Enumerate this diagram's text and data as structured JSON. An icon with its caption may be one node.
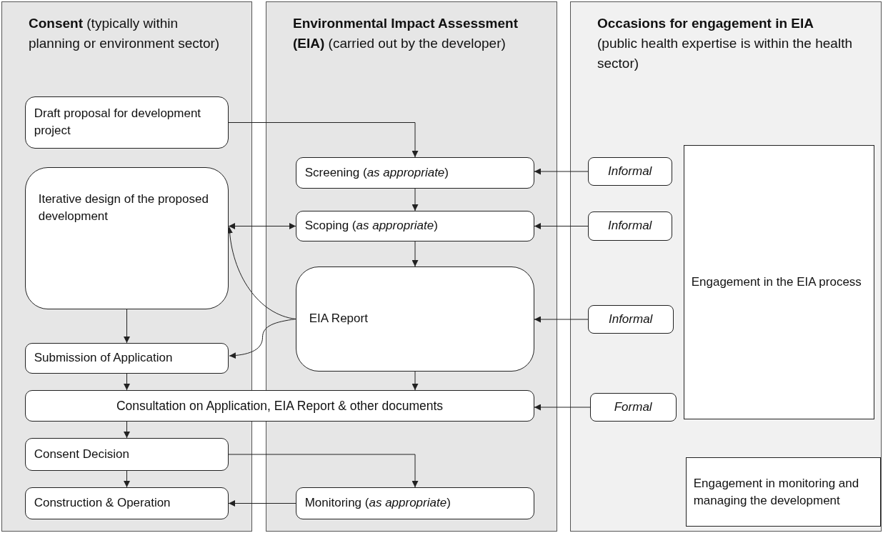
{
  "diagram": {
    "nodes": [
      {
        "text": [
          "**Consent** (typically within planning or environment sector)"
        ]
      },
      {
        "text": [
          "**Environmental Impact Assessment (EIA)** (carried out by the developer)"
        ]
      },
      {
        "text": [
          "**Occasions for engagement in EIA** (public health expertise is within the health sector)"
        ]
      },
      {
        "text": [
          "Draft proposal for development project"
        ],
        "in": 0
      },
      {
        "text": [
          "Iterative design of the proposed development"
        ],
        "in": 0
      },
      {
        "text": [
          "Submission of Application"
        ],
        "in": 0
      },
      {
        "text": [
          "Consultation on Application, EIA Report & other documents"
        ]
      },
      {
        "text": [
          "Consent Decision"
        ],
        "in": 0
      },
      {
        "text": [
          "Construction & Operation"
        ],
        "in": 0
      },
      {
        "text": [
          "Screening (*as appropriate*)"
        ],
        "in": 1
      },
      {
        "text": [
          "Scoping (*as appropriate*)"
        ],
        "in": 1
      },
      {
        "text": [
          "EIA Report"
        ],
        "in": 1
      },
      {
        "text": [
          "Monitoring (*as appropriate*)"
        ],
        "in": 1
      },
      {
        "text": [
          "Informal"
        ],
        "in": 2
      },
      {
        "text": [
          "Informal"
        ],
        "in": 2
      },
      {
        "text": [
          "Informal"
        ],
        "in": 2
      },
      {
        "text": [
          "Formal"
        ],
        "in": 2
      },
      {
        "text": [
          "Engagement in the EIA process"
        ],
        "in": 2
      },
      {
        "text": [
          "Engagement in monitoring and managing the development"
        ],
        "in": 2
      }
    ],
    "edges": [
      {
        "from": 3,
        "to": 9,
        "arrow": "to"
      },
      {
        "from": 9,
        "to": 10,
        "arrow": "to"
      },
      {
        "from": 10,
        "to": 11,
        "arrow": "to"
      },
      {
        "from": 4,
        "to": 10,
        "arrow": "both"
      },
      {
        "from": 11,
        "to": 4,
        "arrow": "to"
      },
      {
        "from": 11,
        "to": 5,
        "arrow": "to"
      },
      {
        "from": 4,
        "to": 5,
        "arrow": "to"
      },
      {
        "from": 5,
        "to": 6,
        "arrow": "to"
      },
      {
        "from": 11,
        "to": 6,
        "arrow": "to"
      },
      {
        "from": 6,
        "to": 7,
        "arrow": "to"
      },
      {
        "from": 7,
        "to": 8,
        "arrow": "to"
      },
      {
        "from": 7,
        "to": 12,
        "arrow": "to"
      },
      {
        "from": 12,
        "to": 8,
        "arrow": "to"
      },
      {
        "from": 13,
        "to": 9,
        "arrow": "to"
      },
      {
        "from": 14,
        "to": 10,
        "arrow": "to"
      },
      {
        "from": 15,
        "to": 11,
        "arrow": "to"
      },
      {
        "from": 16,
        "to": 6,
        "arrow": "to"
      }
    ]
  }
}
